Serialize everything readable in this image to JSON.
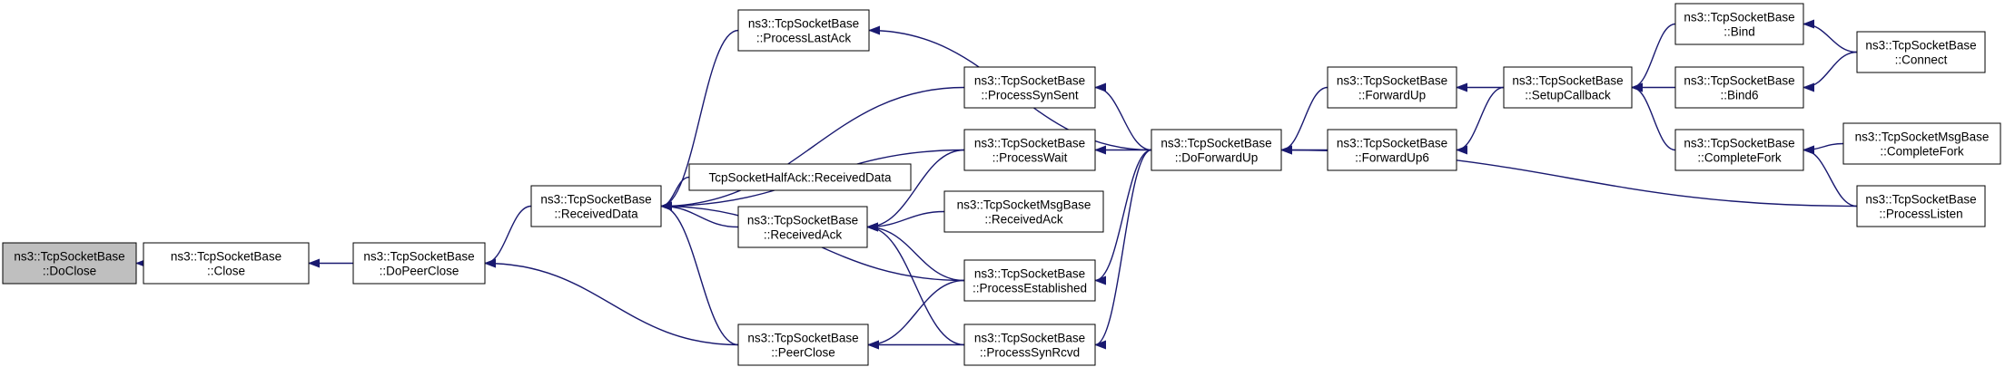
{
  "colors": {
    "edge": "#191970",
    "node_fill": "#ffffff",
    "highlight_fill": "#bfbfbf",
    "border": "#000000"
  },
  "nodes": [
    {
      "id": "doclose",
      "lines": [
        "ns3::TcpSocketBase",
        "::DoClose"
      ],
      "highlight": true
    },
    {
      "id": "close",
      "lines": [
        "ns3::TcpSocketBase",
        "::Close"
      ]
    },
    {
      "id": "dopeerclose",
      "lines": [
        "ns3::TcpSocketBase",
        "::DoPeerClose"
      ]
    },
    {
      "id": "receiveddata",
      "lines": [
        "ns3::TcpSocketBase",
        "::ReceivedData"
      ]
    },
    {
      "id": "peerclose",
      "lines": [
        "ns3::TcpSocketBase",
        "::PeerClose"
      ]
    },
    {
      "id": "processlastack",
      "lines": [
        "ns3::TcpSocketBase",
        "::ProcessLastAck"
      ]
    },
    {
      "id": "halfack",
      "lines": [
        "TcpSocketHalfAck::ReceivedData"
      ]
    },
    {
      "id": "receivedack",
      "lines": [
        "ns3::TcpSocketBase",
        "::ReceivedAck"
      ]
    },
    {
      "id": "processsynsent",
      "lines": [
        "ns3::TcpSocketBase",
        "::ProcessSynSent"
      ]
    },
    {
      "id": "processwait",
      "lines": [
        "ns3::TcpSocketBase",
        "::ProcessWait"
      ]
    },
    {
      "id": "msgreceivedack",
      "lines": [
        "ns3::TcpSocketMsgBase",
        "::ReceivedAck"
      ]
    },
    {
      "id": "processestablished",
      "lines": [
        "ns3::TcpSocketBase",
        "::ProcessEstablished"
      ]
    },
    {
      "id": "processsynrcvd",
      "lines": [
        "ns3::TcpSocketBase",
        "::ProcessSynRcvd"
      ]
    },
    {
      "id": "doforwardup",
      "lines": [
        "ns3::TcpSocketBase",
        "::DoForwardUp"
      ]
    },
    {
      "id": "forwardup",
      "lines": [
        "ns3::TcpSocketBase",
        "::ForwardUp"
      ]
    },
    {
      "id": "forwardup6",
      "lines": [
        "ns3::TcpSocketBase",
        "::ForwardUp6"
      ]
    },
    {
      "id": "setupcallback",
      "lines": [
        "ns3::TcpSocketBase",
        "::SetupCallback"
      ]
    },
    {
      "id": "bind",
      "lines": [
        "ns3::TcpSocketBase",
        "::Bind"
      ]
    },
    {
      "id": "bind6",
      "lines": [
        "ns3::TcpSocketBase",
        "::Bind6"
      ]
    },
    {
      "id": "completefork",
      "lines": [
        "ns3::TcpSocketBase",
        "::CompleteFork"
      ]
    },
    {
      "id": "connect",
      "lines": [
        "ns3::TcpSocketBase",
        "::Connect"
      ]
    },
    {
      "id": "msgcompletefork",
      "lines": [
        "ns3::TcpSocketMsgBase",
        "::CompleteFork"
      ]
    },
    {
      "id": "processlisten",
      "lines": [
        "ns3::TcpSocketBase",
        "::ProcessListen"
      ]
    }
  ],
  "edges": [
    {
      "from": "close",
      "to": "doclose"
    },
    {
      "from": "dopeerclose",
      "to": "close"
    },
    {
      "from": "receiveddata",
      "to": "dopeerclose"
    },
    {
      "from": "peerclose",
      "to": "dopeerclose"
    },
    {
      "from": "processlastack",
      "to": "receiveddata"
    },
    {
      "from": "processsynsent",
      "to": "receiveddata"
    },
    {
      "from": "processwait",
      "to": "receiveddata"
    },
    {
      "from": "halfack",
      "to": "receiveddata"
    },
    {
      "from": "receivedack",
      "to": "receiveddata"
    },
    {
      "from": "processestablished",
      "to": "receiveddata"
    },
    {
      "from": "peerclose",
      "to": "receiveddata"
    },
    {
      "from": "processwait",
      "to": "receivedack"
    },
    {
      "from": "msgreceivedack",
      "to": "receivedack"
    },
    {
      "from": "processestablished",
      "to": "receivedack"
    },
    {
      "from": "processsynrcvd",
      "to": "receivedack"
    },
    {
      "from": "processestablished",
      "to": "peerclose"
    },
    {
      "from": "processsynrcvd",
      "to": "peerclose"
    },
    {
      "from": "doforwardup",
      "to": "processlastack"
    },
    {
      "from": "doforwardup",
      "to": "processsynsent"
    },
    {
      "from": "doforwardup",
      "to": "processwait"
    },
    {
      "from": "doforwardup",
      "to": "processestablished"
    },
    {
      "from": "doforwardup",
      "to": "processsynrcvd"
    },
    {
      "from": "forwardup",
      "to": "doforwardup"
    },
    {
      "from": "forwardup6",
      "to": "doforwardup"
    },
    {
      "from": "processlisten",
      "to": "doforwardup"
    },
    {
      "from": "setupcallback",
      "to": "forwardup"
    },
    {
      "from": "setupcallback",
      "to": "forwardup6"
    },
    {
      "from": "bind",
      "to": "setupcallback"
    },
    {
      "from": "bind6",
      "to": "setupcallback"
    },
    {
      "from": "completefork",
      "to": "setupcallback"
    },
    {
      "from": "connect",
      "to": "bind"
    },
    {
      "from": "connect",
      "to": "bind6"
    },
    {
      "from": "msgcompletefork",
      "to": "completefork"
    },
    {
      "from": "processlisten",
      "to": "completefork"
    }
  ]
}
